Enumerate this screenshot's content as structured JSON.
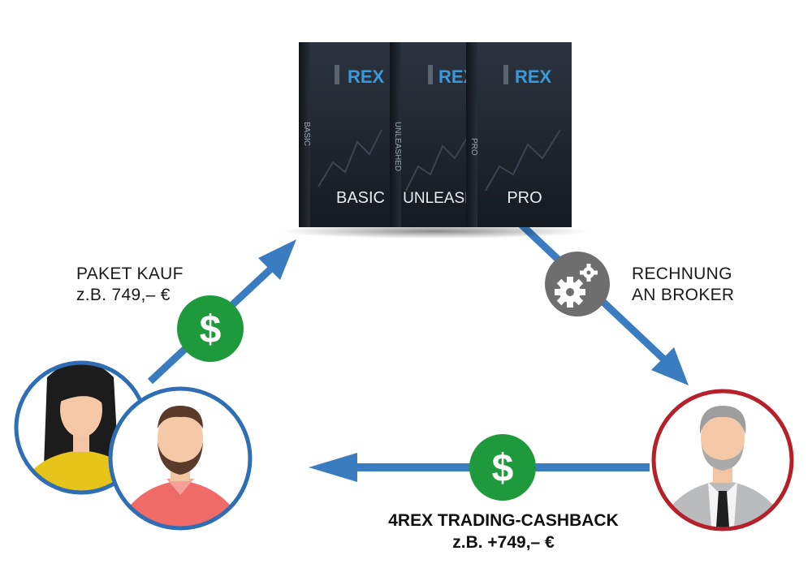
{
  "products": {
    "brand": "REX",
    "items": [
      {
        "name": "BASIC",
        "spine": "BASIC"
      },
      {
        "name": "UNLEASH",
        "spine": "UNLEASHED"
      },
      {
        "name": "PRO",
        "spine": "PRO"
      }
    ]
  },
  "labels": {
    "purchase_line1": "PAKET KAUF",
    "purchase_line2": "z.B. 749,– €",
    "invoice_line1": "RECHNUNG",
    "invoice_line2": "AN BROKER",
    "cashback_line1": "4REX TRADING-CASHBACK",
    "cashback_line2": "z.B. +749,– €"
  },
  "icons": {
    "money": "$"
  },
  "colors": {
    "arrow": "#3a7cc0",
    "money_badge": "#1e9a3c",
    "gear_badge": "#6e6e6e",
    "customer_ring": "#2f6db5",
    "broker_ring": "#b5202b",
    "box_dark": "#232a33",
    "brand_blue": "#3a9ad9"
  }
}
